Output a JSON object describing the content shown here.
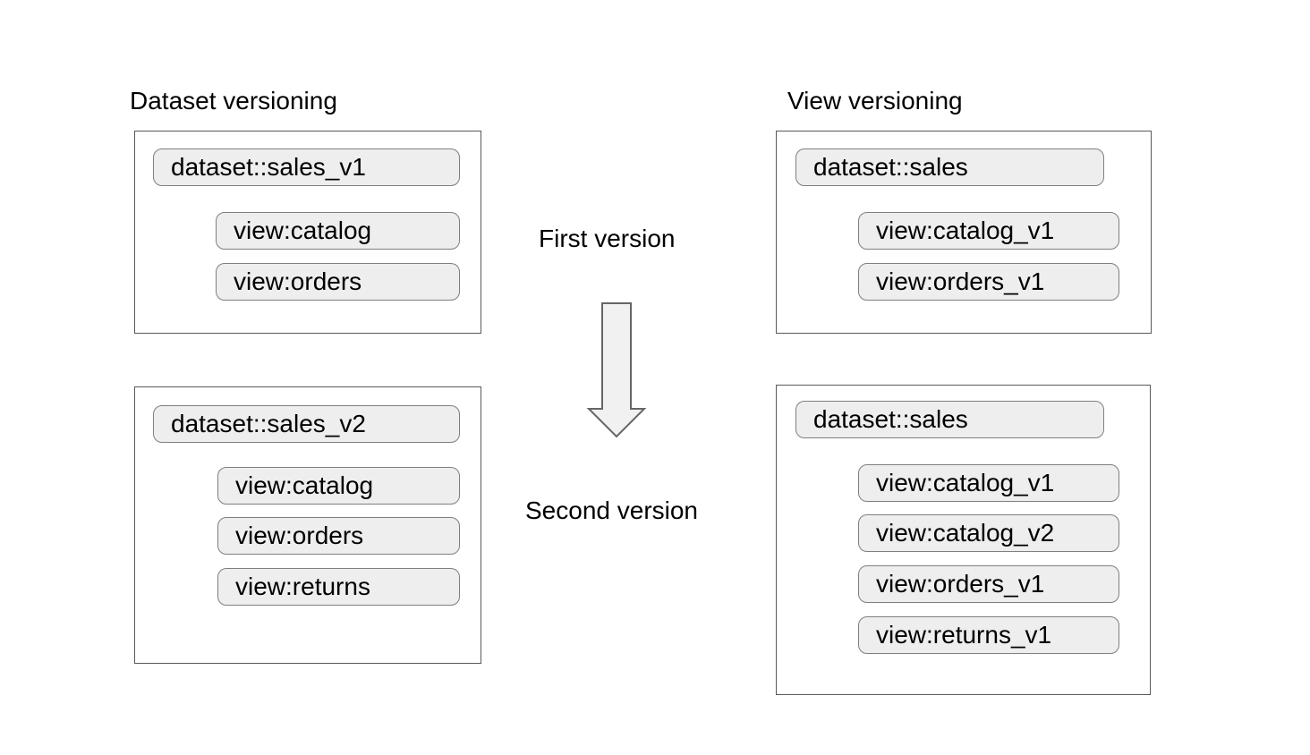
{
  "left_panel": {
    "title": "Dataset versioning",
    "box1": {
      "dataset": "dataset::sales_v1",
      "views": [
        "view:catalog",
        "view:orders"
      ]
    },
    "box2": {
      "dataset": "dataset::sales_v2",
      "views": [
        "view:catalog",
        "view:orders",
        "view:returns"
      ]
    }
  },
  "right_panel": {
    "title": "View versioning",
    "box1": {
      "dataset": "dataset::sales",
      "views": [
        "view:catalog_v1",
        "view:orders_v1"
      ]
    },
    "box2": {
      "dataset": "dataset::sales",
      "views": [
        "view:catalog_v1",
        "view:catalog_v2",
        "view:orders_v1",
        "view:returns_v1"
      ]
    }
  },
  "center": {
    "first_version_label": "First version",
    "second_version_label": "Second version",
    "arrow_icon": "block-arrow-down"
  },
  "colors": {
    "background": "#ffffff",
    "pill_fill": "#eeeeee",
    "pill_border": "#7f7f7f",
    "box_border": "#595959",
    "arrow_fill": "#f1f1f1",
    "arrow_stroke": "#666666",
    "text": "#000000"
  }
}
